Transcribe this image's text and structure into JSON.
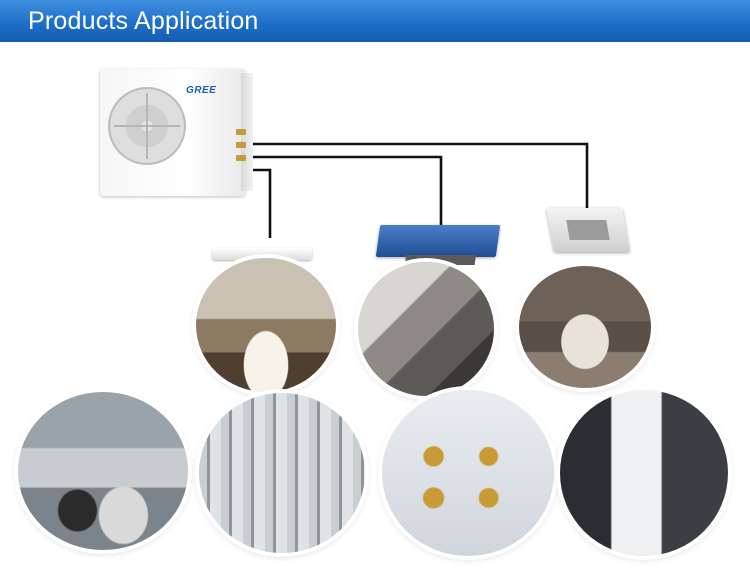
{
  "banner": {
    "title": "Products Application"
  },
  "outdoor_unit": {
    "logo": "GREE"
  },
  "indoor_units": [
    "wall-mounted-unit",
    "duct-unit",
    "cassette-unit"
  ],
  "scenes": [
    "bedroom",
    "living-room",
    "lounge",
    "chiller-plant",
    "stainless-pipes",
    "brass-manifold",
    "industrial-machine"
  ],
  "colors": {
    "banner": "#1f6fc8",
    "banner_text": "#ffffff",
    "pipe": "#111111"
  }
}
